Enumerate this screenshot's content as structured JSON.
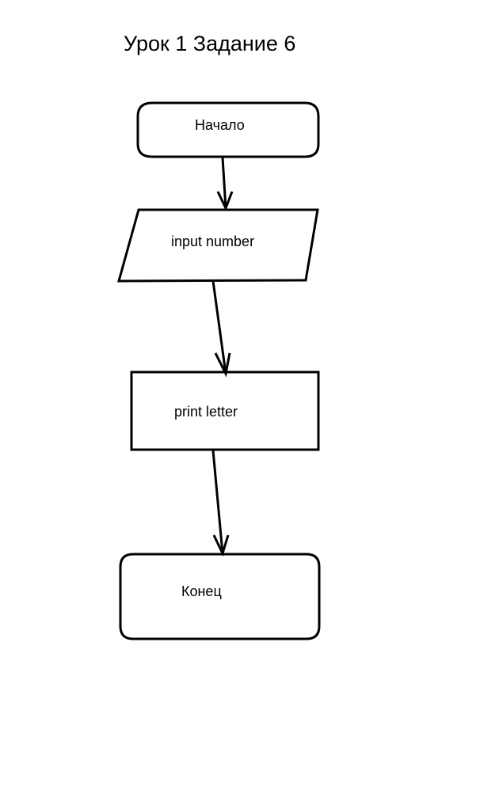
{
  "title": "Урок 1 Задание 6",
  "flowchart": {
    "nodes": [
      {
        "id": "start",
        "shape": "terminator",
        "label": "Начало"
      },
      {
        "id": "input",
        "shape": "parallelogram",
        "label": "input number"
      },
      {
        "id": "process",
        "shape": "rectangle",
        "label": "print letter"
      },
      {
        "id": "end",
        "shape": "terminator",
        "label": "Конец"
      }
    ],
    "edges": [
      {
        "from": "start",
        "to": "input"
      },
      {
        "from": "input",
        "to": "process"
      },
      {
        "from": "process",
        "to": "end"
      }
    ]
  },
  "colors": {
    "stroke": "#000000",
    "background": "#ffffff"
  }
}
